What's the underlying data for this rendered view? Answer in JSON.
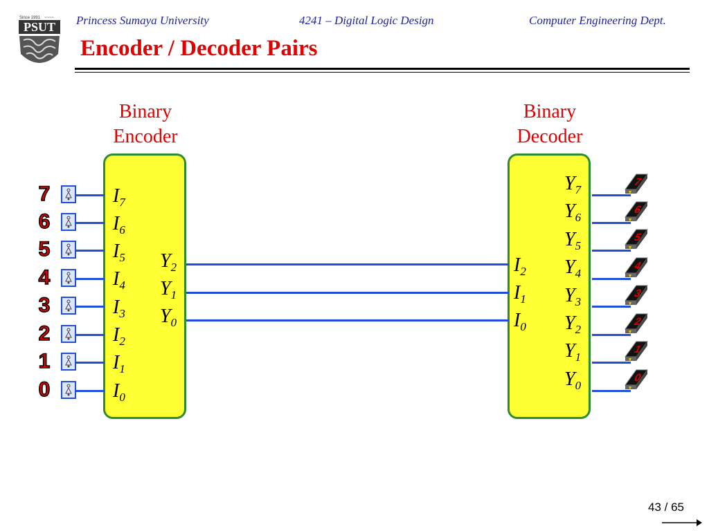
{
  "header": {
    "university": "Princess Sumaya University",
    "course": "4241 – Digital Logic Design",
    "department": "Computer Engineering Dept.",
    "logo": {
      "since": "Since 1991",
      "abbr": "PSUT"
    }
  },
  "title": "Encoder / Decoder Pairs",
  "encoder": {
    "title_line1": "Binary",
    "title_line2": "Encoder",
    "inputs": [
      "7",
      "6",
      "5",
      "4",
      "3",
      "2",
      "1",
      "0"
    ],
    "outputs": [
      "2",
      "1",
      "0"
    ]
  },
  "decoder": {
    "title_line1": "Binary",
    "title_line2": "Decoder",
    "inputs": [
      "2",
      "1",
      "0"
    ],
    "outputs": [
      "7",
      "6",
      "5",
      "4",
      "3",
      "2",
      "1",
      "0"
    ]
  },
  "input_digits": [
    "7",
    "6",
    "5",
    "4",
    "3",
    "2",
    "1",
    "0"
  ],
  "lamp_digits": [
    "7",
    "6",
    "5",
    "4",
    "3",
    "2",
    "1",
    "0"
  ],
  "colors": {
    "title": "#e00000",
    "header": "#1f1fa8",
    "wire": "#1f4fd8",
    "block_fill": "#ffff33",
    "block_border": "#2e8b2e"
  },
  "page_number": "43 / 65"
}
